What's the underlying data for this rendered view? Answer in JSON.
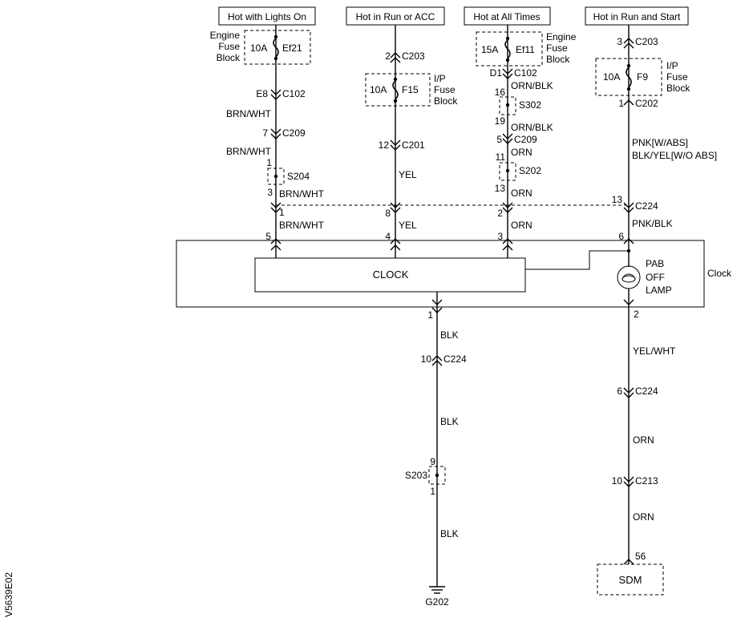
{
  "headers": {
    "lights_on": "Hot with Lights On",
    "run_acc": "Hot in Run or ACC",
    "all_times": "Hot at All Times",
    "run_start": "Hot in Run and Start"
  },
  "fuses": {
    "ef21": {
      "rating": "10A",
      "name": "Ef21",
      "block": [
        "Engine",
        "Fuse",
        "Block"
      ]
    },
    "f15": {
      "rating": "10A",
      "name": "F15",
      "block": [
        "I/P",
        "Fuse",
        "Block"
      ]
    },
    "ef11": {
      "rating": "15A",
      "name": "Ef11",
      "block": [
        "Engine",
        "Fuse",
        "Block"
      ]
    },
    "f9": {
      "rating": "10A",
      "name": "F9",
      "block": [
        "I/P",
        "Fuse",
        "Block"
      ]
    }
  },
  "pins": {
    "e8": "E8",
    "p7": "7",
    "p1a": "1",
    "p3a": "3",
    "p1b": "1",
    "p5": "5",
    "p2a": "2",
    "p12": "12",
    "p8": "8",
    "p4": "4",
    "d1": "D1",
    "p16": "16",
    "p19": "19",
    "p5b": "5",
    "p11": "11",
    "p13a": "13",
    "p2b": "2",
    "p3b": "3",
    "p3c": "3",
    "p1c": "1",
    "p13b": "13",
    "p6": "6",
    "p1d": "1",
    "p10a": "10",
    "p9": "9",
    "p1e": "1",
    "p2c": "2",
    "p6b": "6",
    "p10b": "10",
    "p56": "56"
  },
  "connectors": {
    "c102a": "C102",
    "c209a": "C209",
    "c203a": "C203",
    "c201": "C201",
    "c102b": "C102",
    "c209b": "C209",
    "c203b": "C203",
    "c202": "C202",
    "c224a": "C224",
    "c224b": "C224",
    "c224c": "C224",
    "c213": "C213"
  },
  "splices": {
    "s204": "S204",
    "s302": "S302",
    "s202": "S202",
    "s203": "S203"
  },
  "wires": {
    "brn_wht_1": "BRN/WHT",
    "brn_wht_2": "BRN/WHT",
    "brn_wht_3": "BRN/WHT",
    "brn_wht_4": "BRN/WHT",
    "yel_1": "YEL",
    "yel_2": "YEL",
    "orn_blk_1": "ORN/BLK",
    "orn_blk_2": "ORN/BLK",
    "orn_1": "ORN",
    "orn_2": "ORN",
    "orn_3": "ORN",
    "pnk_abs": "PNK[W/ABS]",
    "blk_yel": "BLK/YEL[W/O ABS]",
    "pnk_blk": "PNK/BLK",
    "blk_1": "BLK",
    "blk_2": "BLK",
    "blk_3": "BLK",
    "yel_wht": "YEL/WHT",
    "orn_4": "ORN",
    "orn_5": "ORN"
  },
  "clock": {
    "module": "Clock",
    "inner": "CLOCK",
    "lamp": [
      "PAB",
      "OFF",
      "LAMP"
    ]
  },
  "ground": "G202",
  "sdm": "SDM",
  "ref_code": "V5639E02"
}
